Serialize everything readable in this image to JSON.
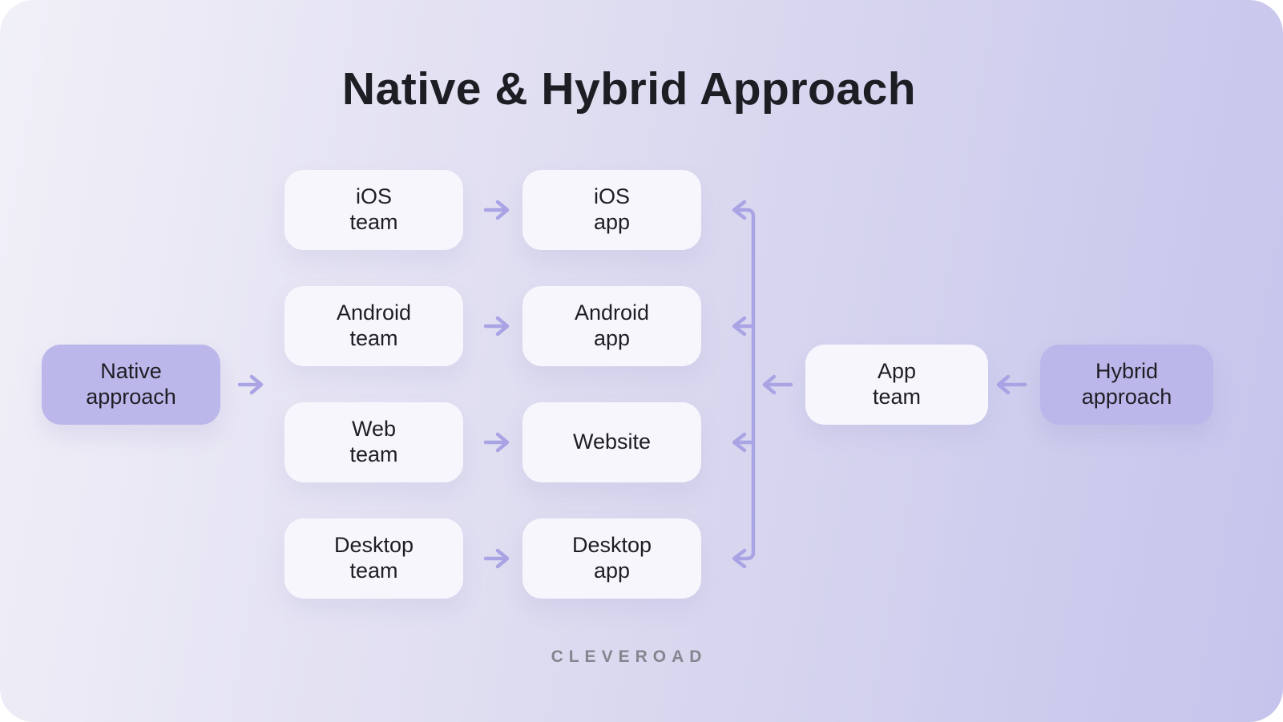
{
  "title": "Native & Hybrid Approach",
  "logo": {
    "text": "CLEVEROAD"
  },
  "nodes": {
    "native_approach": "Native\napproach",
    "ios_team": "iOS\nteam",
    "android_team": "Android\nteam",
    "web_team": "Web\nteam",
    "desktop_team": "Desktop\nteam",
    "ios_app": "iOS\napp",
    "android_app": "Android\napp",
    "website": "Website",
    "desktop_app": "Desktop\napp",
    "app_team": "App\nteam",
    "hybrid_approach": "Hybrid\napproach"
  },
  "colors": {
    "bg_start": "#f1f0f8",
    "bg_mid": "#dedcf0",
    "bg_end": "#c5c4ec",
    "node_light": "#f7f6fc",
    "node_accent": "#bcb7ea",
    "arrow": "#a9a4e4",
    "text": "#1d1d24",
    "logo_text": "#85858f"
  }
}
